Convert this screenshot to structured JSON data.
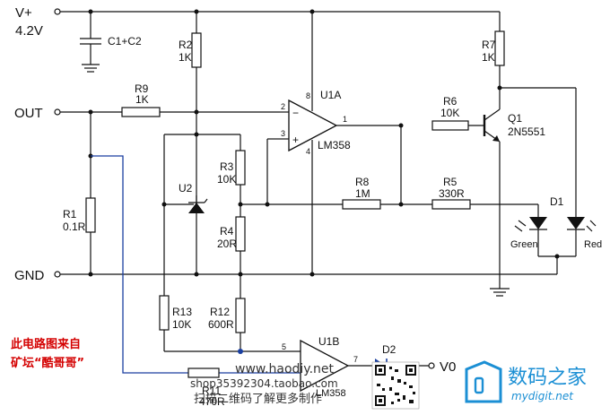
{
  "rails": {
    "vplus": "V+",
    "voltage": "4.2V",
    "out": "OUT",
    "gnd": "GND",
    "v0": "V0"
  },
  "components": {
    "c1c2": "C1+C2",
    "r2_name": "R2",
    "r2_val": "1K",
    "r7_name": "R7",
    "r7_val": "1K",
    "r9_name": "R9",
    "r9_val": "1K",
    "r1_name": "R1",
    "r1_val": "0.1R",
    "r3_name": "R3",
    "r3_val": "10K",
    "r4_name": "R4",
    "r4_val": "20R",
    "r6_name": "R6",
    "r6_val": "10K",
    "r8_name": "R8",
    "r8_val": "1M",
    "r5_name": "R5",
    "r5_val": "330R",
    "r13_name": "R13",
    "r13_val": "10K",
    "r12_name": "R12",
    "r12_val": "600R",
    "r11_name": "R11",
    "r11_val": "470R",
    "u1a": "U1A",
    "u1a_part": "LM358",
    "u1b": "U1B",
    "u1b_part": "LM358",
    "u2": "U2",
    "q1": "Q1",
    "q1_part": "2N5551",
    "d1": "D1",
    "d2": "D2",
    "green": "Green",
    "red": "Red"
  },
  "pins": {
    "p8": "8",
    "p2": "2",
    "p3": "3",
    "p4": "4",
    "p1": "1",
    "p5": "5",
    "p7": "7"
  },
  "credit": {
    "line1": "此电路图来自",
    "line2": "矿坛“酷哥哥”"
  },
  "watermark": {
    "site": "www.haodiy.net",
    "shop": "shop35392304.taobao.com",
    "scan": "扫描二维码了解更多制作",
    "brand_cn": "数码之家",
    "brand_en": "mydigit.net"
  },
  "colors": {
    "wire": "#111111",
    "blue_wire": "#1a3fa0",
    "credit": "#d40000",
    "brand": "#1b8fd4"
  }
}
